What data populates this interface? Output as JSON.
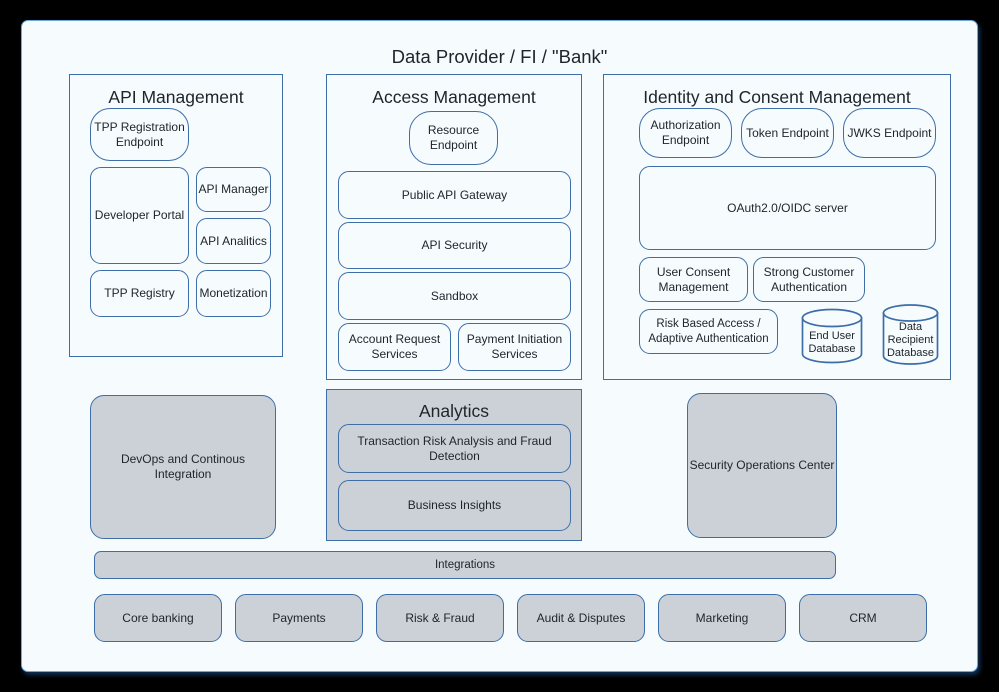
{
  "diagram": {
    "title": "Data Provider / FI / \"Bank\"",
    "sections": {
      "api_management": {
        "title": "API Management",
        "items": {
          "tpp_registration_endpoint": "TPP Registration Endpoint",
          "developer_portal": "Developer Portal",
          "api_manager": "API Manager",
          "api_analitics": "API Analitics",
          "tpp_registry": "TPP Registry",
          "monetization": "Monetization"
        }
      },
      "access_management": {
        "title": "Access Management",
        "items": {
          "resource_endpoint": "Resource Endpoint",
          "public_api_gateway": "Public API Gateway",
          "api_security": "API Security",
          "sandbox": "Sandbox",
          "account_request_services": "Account Request Services",
          "payment_initiation_services": "Payment Initiation Services"
        }
      },
      "identity_consent_management": {
        "title": "Identity and Consent Management",
        "items": {
          "authorization_endpoint": "Authorization Endpoint",
          "token_endpoint": "Token Endpoint",
          "jwks_endpoint": "JWKS Endpoint",
          "oauth_oidc_server": "OAuth2.0/OIDC server",
          "user_consent_management": "User Consent Management",
          "strong_customer_authentication": "Strong Customer Authentication",
          "risk_based_access": "Risk Based Access / Adaptive Authentication",
          "end_user_database": "End User Database",
          "data_recipient_database": "Data Recipient Database"
        }
      },
      "analytics": {
        "title": "Analytics",
        "items": {
          "transaction_risk_analysis": "Transaction Risk Analysis and Fraud Detection",
          "business_insights": "Business Insights"
        }
      }
    },
    "standalone": {
      "devops": "DevOps and Continous Integration",
      "security_operations_center": "Security Operations Center",
      "integrations": "Integrations"
    },
    "backend_systems": [
      "Core banking",
      "Payments",
      "Risk & Fraud",
      "Audit & Disputes",
      "Marketing",
      "CRM"
    ],
    "colors": {
      "canvas_background": "#f6fbfd",
      "border": "#3d6ea8",
      "canvas_border": "#6aa9e0",
      "gray_fill": "#ccd1d8",
      "text": "#1d242b",
      "page_background": "#000000"
    }
  }
}
